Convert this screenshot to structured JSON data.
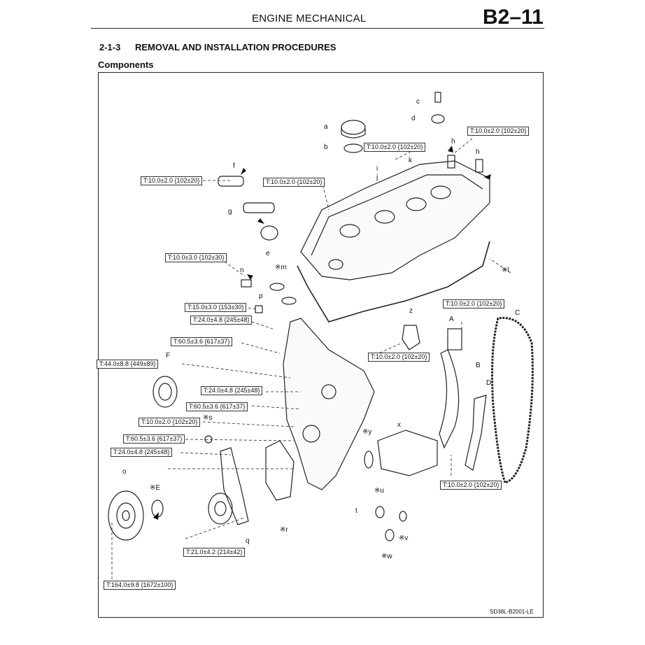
{
  "header": {
    "section_title": "ENGINE MECHANICAL",
    "page_code": "B2–11"
  },
  "section": {
    "number": "2-1-3",
    "title": "REMOVAL AND INSTALLATION PROCEDURES"
  },
  "subheading": "Components",
  "torques": [
    "T:10.0±2.0 {102±20}",
    "T:10.0±2.0 {102±20}",
    "T:10.0±2.0 {102±20}",
    "T:10.0±2.0 {102±20}",
    "T:10.0±3.0 {102±30}",
    "T:15.0±3.0 {153±30}",
    "T:24.0±4.8 {245±48}",
    "T:60.5±3.6 {617±37}",
    "T:10.0±2.0 {102±20}",
    "T:44.0±8.8 {449±89}",
    "T:24.0±4.8 {245±48}",
    "T:60.5±3.6 {617±37}",
    "T:10.0±2.0 {102±20}",
    "T:60.5±3.6 {617±37}",
    "T:24.0±4.8 {245±48}",
    "T:10.0±2.0 {102±20}",
    "T:21.0±4.2 {214±42}",
    "T:164.0±9.8 {1672±100}",
    "T:10.0±2.0 {102±20}"
  ],
  "parts": [
    "a",
    "b",
    "c",
    "d",
    "e",
    "f",
    "g",
    "h",
    "h",
    "i",
    "j",
    "k",
    "※l",
    "※m",
    "n",
    "o",
    "p",
    "q",
    "※r",
    "※s",
    "t",
    "※u",
    "※v",
    "※w",
    "x",
    "※y",
    "z",
    "A",
    "B",
    "C",
    "D",
    "※E",
    "F"
  ],
  "footer_code": "SD38L-B2001-LE"
}
